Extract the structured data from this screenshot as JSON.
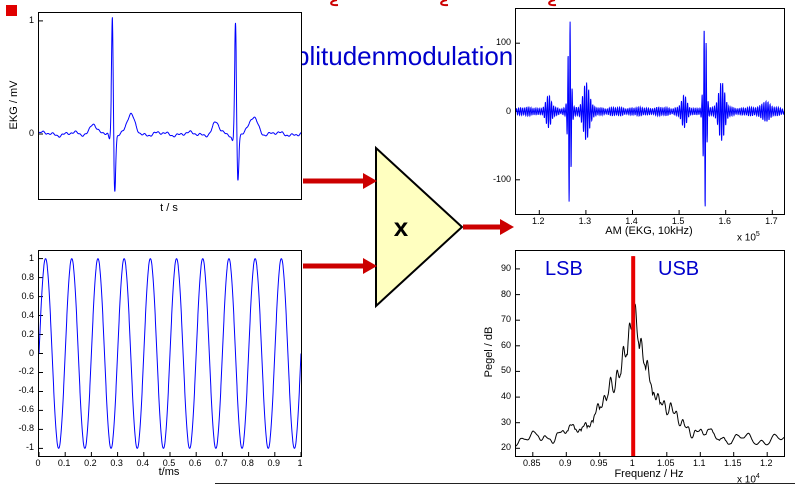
{
  "page": {
    "background": "#ffffff"
  },
  "decor": {
    "bullet_color": "#e00000",
    "cropped_title_color": "#cc0000"
  },
  "title": {
    "text": "Amplitudenmodulation",
    "color": "#0000cc"
  },
  "mixer": {
    "symbol": "x",
    "fill": "#ffffc0",
    "stroke": "#000000",
    "arrow_color": "#cc0000"
  },
  "chart_data": [
    {
      "id": "ekg",
      "type": "line",
      "title": "",
      "xlabel": "t / s",
      "ylabel": "EKG / mV",
      "line_color": "#0000ff",
      "xlim": [
        0,
        1
      ],
      "ylim": [
        -0.575,
        1.07
      ],
      "yticks": [
        1,
        0
      ],
      "xticks": [],
      "beats": [
        {
          "center": 0.28,
          "p": 0.1,
          "r": 1.05,
          "s": -0.5,
          "t": 0.16
        },
        {
          "center": 0.75,
          "p": 0.1,
          "r": 1.0,
          "s": -0.42,
          "t": 0.15
        }
      ]
    },
    {
      "id": "carrier",
      "type": "line",
      "title": "",
      "xlabel": "t/ms",
      "ylabel": "",
      "line_color": "#0000ff",
      "xlim": [
        0,
        1
      ],
      "ylim": [
        -1.08,
        1.08
      ],
      "yticks": [
        1,
        0.8,
        0.6,
        0.4,
        0.2,
        0,
        -0.2,
        -0.4,
        -0.6,
        -0.8,
        -1
      ],
      "xticks": [
        0,
        0.1,
        0.2,
        0.3,
        0.4,
        0.5,
        0.6,
        0.7,
        0.8,
        0.9,
        1
      ],
      "cycles": 10,
      "amplitude": 1
    },
    {
      "id": "am",
      "type": "line",
      "title": "",
      "xlabel": "AM (EKG, 10kHz)",
      "x_scale": {
        "base": "x 10",
        "exp": "5"
      },
      "ylabel": "",
      "line_color": "#0000ff",
      "xlim": [
        1.15,
        1.725
      ],
      "ylim": [
        -150,
        150
      ],
      "yticks": [
        100,
        0,
        -100
      ],
      "xticks": [
        1.2,
        1.3,
        1.4,
        1.5,
        1.6,
        1.7
      ],
      "carrier_cycles_shown": 130,
      "envelope_peak": 135,
      "burst_centers": [
        0.2,
        0.705
      ]
    },
    {
      "id": "spectrum",
      "type": "line",
      "title": "",
      "xlabel": "Frequenz / Hz",
      "x_scale": {
        "base": "x 10",
        "exp": "4"
      },
      "ylabel": "Pegel / dB",
      "line_color": "#000000",
      "carrier_line_color": "#e80000",
      "carrier_freq": 1,
      "peak_db": 95,
      "noise_floor_db": 24,
      "xlim": [
        0.825,
        1.225
      ],
      "ylim": [
        17,
        97
      ],
      "yticks": [
        90,
        80,
        70,
        60,
        50,
        40,
        30,
        20
      ],
      "xticks": [
        0.85,
        0.9,
        0.95,
        1,
        1.05,
        1.1,
        1.15,
        1.2
      ],
      "sidebands": {
        "lsb_label": "LSB",
        "usb_label": "USB",
        "label_color": "#0000cc"
      }
    }
  ]
}
